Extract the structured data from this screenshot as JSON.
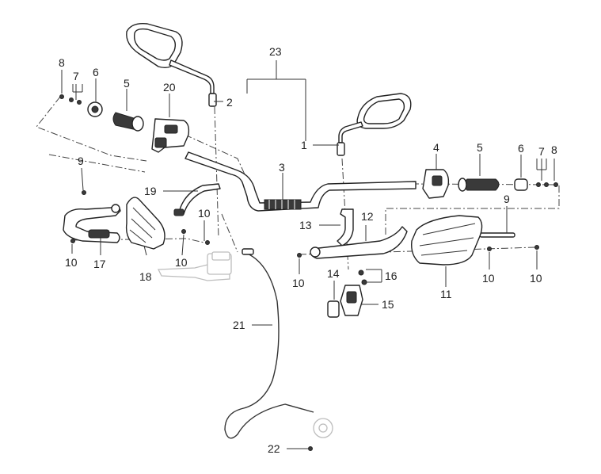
{
  "diagram": {
    "labels": [
      {
        "id": "8a",
        "text": "8"
      },
      {
        "id": "7a",
        "text": "7"
      },
      {
        "id": "6a",
        "text": "6"
      },
      {
        "id": "5a",
        "text": "5"
      },
      {
        "id": "20",
        "text": "20"
      },
      {
        "id": "2",
        "text": "2"
      },
      {
        "id": "23",
        "text": "23"
      },
      {
        "id": "1",
        "text": "1"
      },
      {
        "id": "3",
        "text": "3"
      },
      {
        "id": "4",
        "text": "4"
      },
      {
        "id": "5b",
        "text": "5"
      },
      {
        "id": "6b",
        "text": "6"
      },
      {
        "id": "7b",
        "text": "7"
      },
      {
        "id": "8b",
        "text": "8"
      },
      {
        "id": "9a",
        "text": "9"
      },
      {
        "id": "19",
        "text": "19"
      },
      {
        "id": "10a",
        "text": "10"
      },
      {
        "id": "9b",
        "text": "9"
      },
      {
        "id": "13",
        "text": "13"
      },
      {
        "id": "12",
        "text": "12"
      },
      {
        "id": "10b",
        "text": "10"
      },
      {
        "id": "17",
        "text": "17"
      },
      {
        "id": "10c",
        "text": "10"
      },
      {
        "id": "18",
        "text": "18"
      },
      {
        "id": "10d",
        "text": "10"
      },
      {
        "id": "14",
        "text": "14"
      },
      {
        "id": "16",
        "text": "16"
      },
      {
        "id": "15",
        "text": "15"
      },
      {
        "id": "11",
        "text": "11"
      },
      {
        "id": "10e",
        "text": "10"
      },
      {
        "id": "10f",
        "text": "10"
      },
      {
        "id": "21",
        "text": "21"
      },
      {
        "id": "22",
        "text": "22"
      }
    ]
  }
}
